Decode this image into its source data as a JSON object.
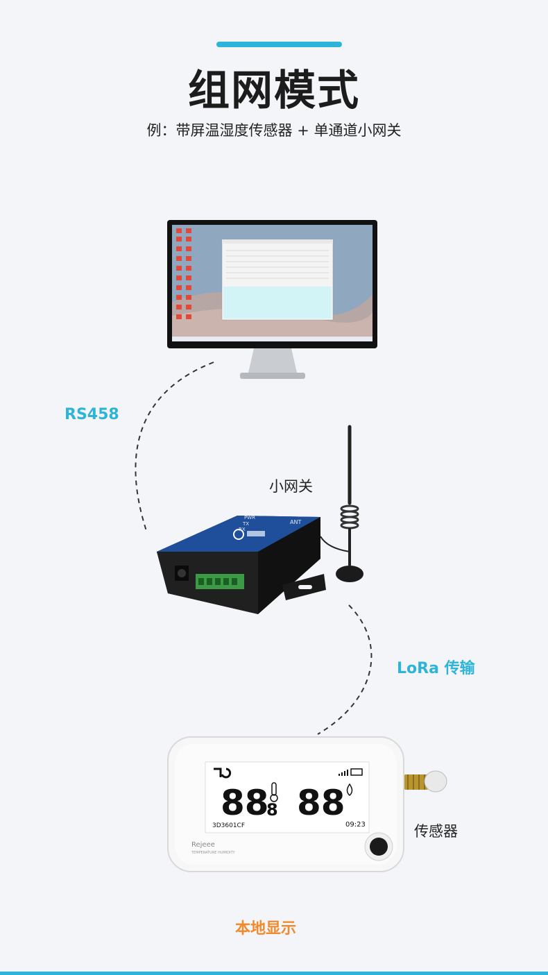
{
  "header": {
    "title": "组网模式",
    "subtitle": "例：带屏温湿度传感器 + 单通道小网关"
  },
  "labels": {
    "rs_link": "RS458",
    "gateway": "小网关",
    "lora_link": "LoRa 传输",
    "sensor": "传感器",
    "local_display": "本地显示"
  },
  "gateway_panel": {
    "led_pwr": "PWR",
    "led_tx": "TX",
    "led_rx": "RX",
    "ant": "ANT"
  },
  "sensor_device": {
    "display_digits_left": "88",
    "display_digit_small": "8",
    "display_digits_right": "88",
    "device_id": "3D3601CF",
    "time": "09:23",
    "brand": "Rejeee",
    "caption": "TEMPERATURE   HUMIDITY"
  },
  "colors": {
    "accent_blue": "#2eb4d8",
    "accent_orange": "#f08a2c",
    "gateway_blue": "#1f4f9a"
  }
}
